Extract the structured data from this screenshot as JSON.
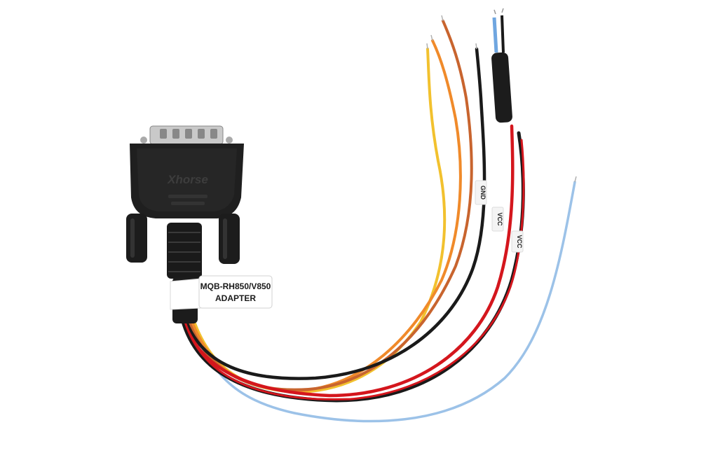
{
  "product": {
    "brand": "Xhorse",
    "adapter_tag": {
      "line1": "MQB-RH850/V850",
      "line2": "ADAPTER"
    },
    "wire_labels": {
      "gnd": "GND",
      "vcc": "VCC",
      "vcc2": "VCC"
    }
  },
  "colors": {
    "background": "#ffffff",
    "connector": "#1f1f1f",
    "wire_yellow": "#f2c12e",
    "wire_orange": "#f08a2a",
    "wire_brown_orange": "#c8642e",
    "wire_black": "#1a1a1a",
    "wire_red": "#d4161d",
    "wire_blue": "#9cc2e8",
    "wire_light_blue": "#6fa6e0"
  }
}
